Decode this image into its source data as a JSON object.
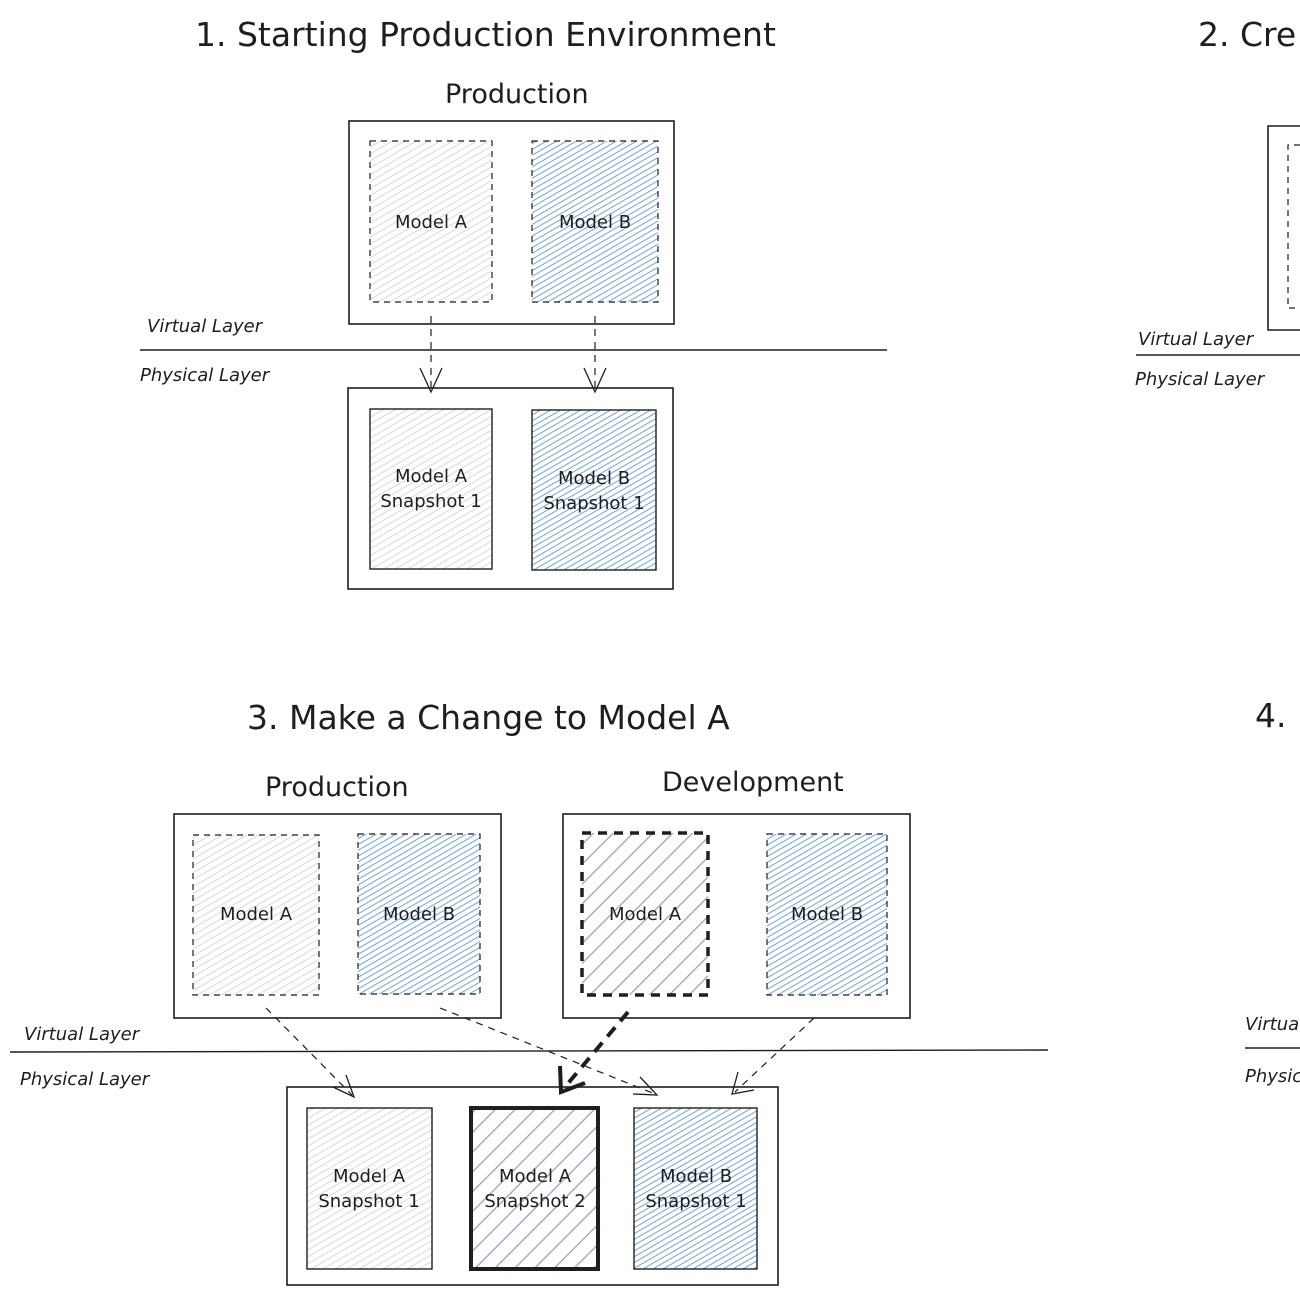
{
  "colors": {
    "ink": "#1e1e1e",
    "gray_fill": "#c9c9c9",
    "blue_fill": "#4a90d0",
    "dev_hatch": "#9fb1c6"
  },
  "panel1": {
    "title": "1. Starting Production Environment",
    "env_label": "Production",
    "virtual_layer": "Virtual Layer",
    "physical_layer": "Physical Layer",
    "virtual_models": [
      {
        "line1": "Model A",
        "line2": ""
      },
      {
        "line1": "Model B",
        "line2": ""
      }
    ],
    "physical_models": [
      {
        "line1": "Model A",
        "line2": "Snapshot 1"
      },
      {
        "line1": "Model B",
        "line2": "Snapshot 1"
      }
    ]
  },
  "panel2": {
    "title": "2. Cre",
    "virtual_layer": "Virtual Layer",
    "physical_layer": "Physical Layer"
  },
  "panel3": {
    "title": "3. Make a Change to Model A",
    "prod_label": "Production",
    "dev_label": "Development",
    "virtual_layer": "Virtual Layer",
    "physical_layer": "Physical Layer",
    "prod_models": [
      {
        "line1": "Model A",
        "line2": ""
      },
      {
        "line1": "Model B",
        "line2": ""
      }
    ],
    "dev_models": [
      {
        "line1": "Model A",
        "line2": ""
      },
      {
        "line1": "Model B",
        "line2": ""
      }
    ],
    "physical_models": [
      {
        "line1": "Model A",
        "line2": "Snapshot 1"
      },
      {
        "line1": "Model A",
        "line2": "Snapshot 2"
      },
      {
        "line1": "Model B",
        "line2": "Snapshot 1"
      }
    ]
  },
  "panel4": {
    "title": "4.",
    "virtual_layer": "Virtua",
    "physical_layer": "Physic"
  }
}
